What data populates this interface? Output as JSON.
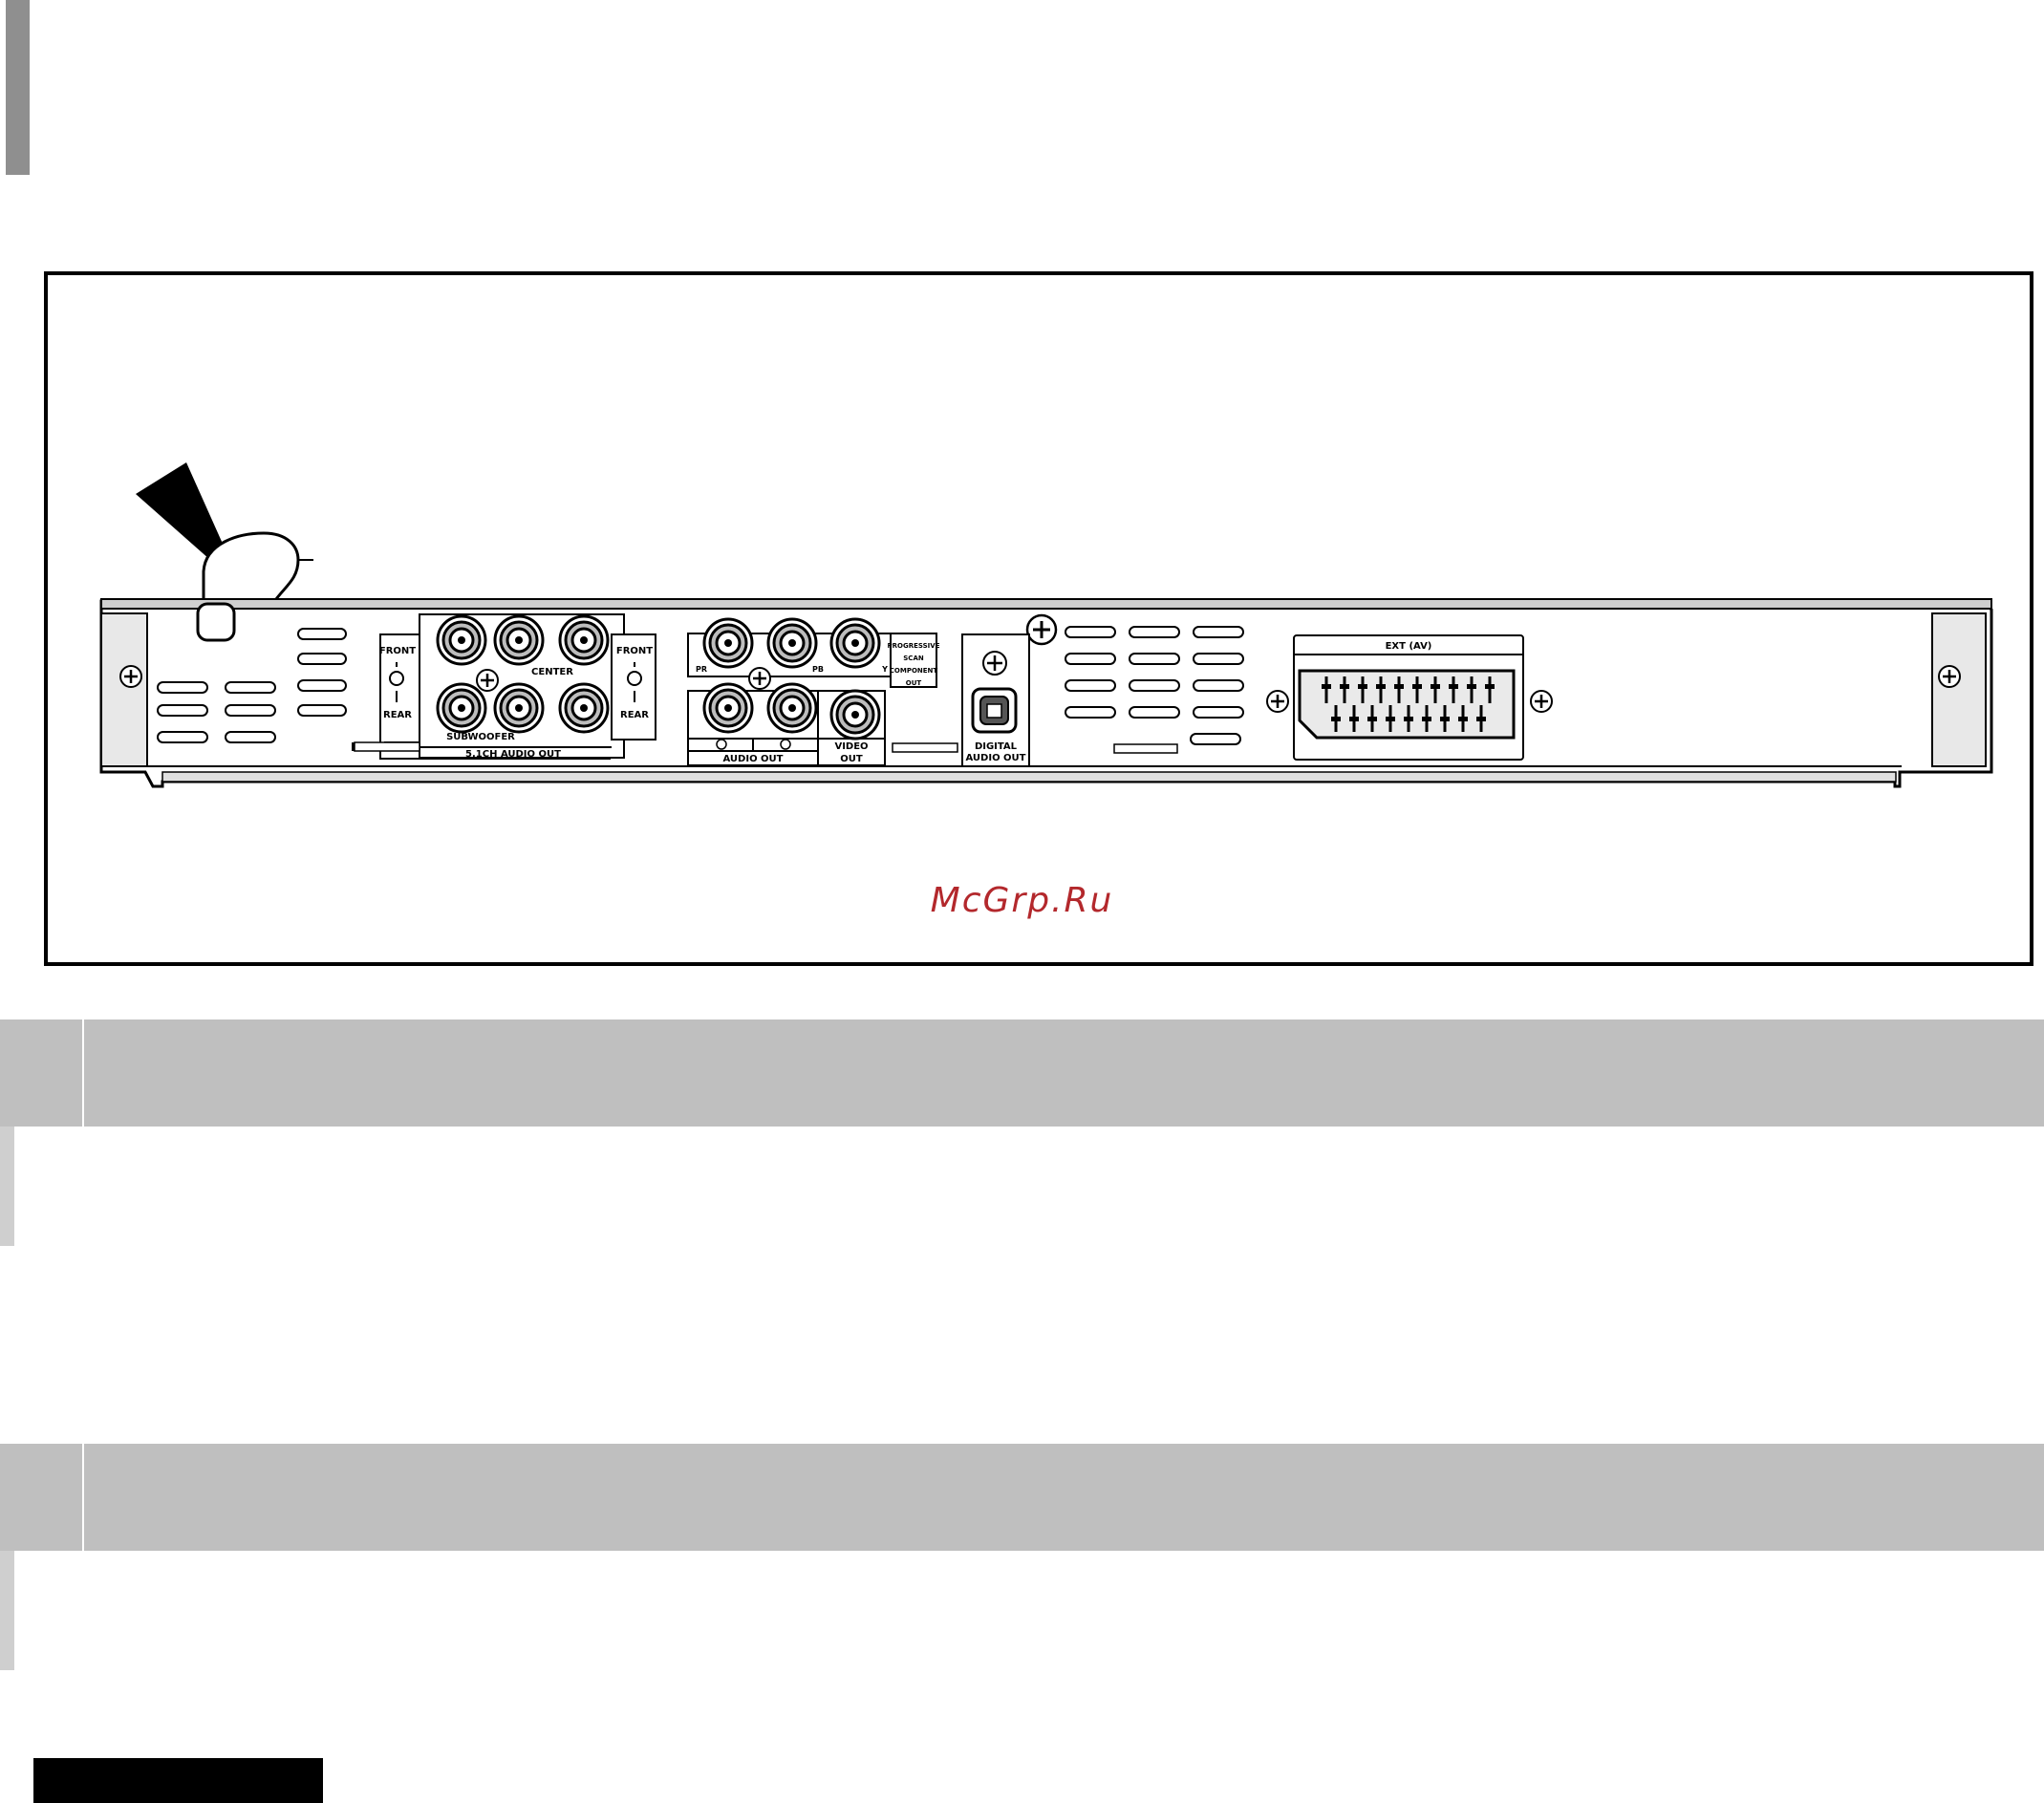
{
  "figure": {
    "labels": {
      "front_left": "FRONT",
      "rear_left": "REAR",
      "center": "CENTER",
      "front_right": "FRONT",
      "rear_right": "REAR",
      "subwoofer": "SUBWOOFER",
      "audio_51": "5.1CH AUDIO OUT",
      "pr": "PR",
      "pb": "PB",
      "y": "Y",
      "progressive_1": "PROGRESSIVE",
      "progressive_2": "SCAN",
      "progressive_3": "COMPONENT",
      "progressive_4": "OUT",
      "audio_out": "AUDIO OUT",
      "video_out_1": "VIDEO",
      "video_out_2": "OUT",
      "digital_1": "DIGITAL",
      "digital_2": "AUDIO OUT",
      "ext_av": "EXT (AV)"
    }
  },
  "watermark": "McGrp.Ru",
  "colors": {
    "band": "#bfbfbf",
    "watermark": "#b3282c"
  }
}
